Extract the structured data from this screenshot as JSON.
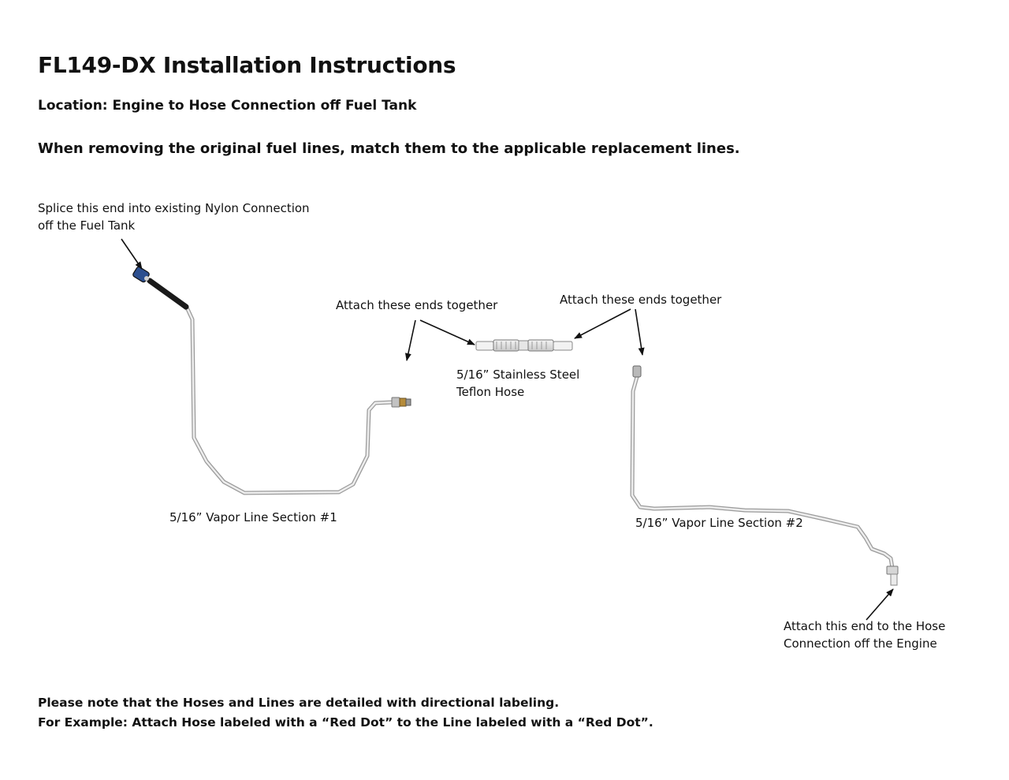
{
  "title": "FL149-DX Installation Instructions",
  "location": "Location: Engine to Hose Connection off Fuel Tank",
  "instruction": "When removing the original fuel lines, match them to the applicable replacement lines.",
  "callouts": {
    "splice": [
      "Splice this end into existing Nylon Connection",
      "off the Fuel Tank"
    ],
    "attach_left": "Attach these ends together",
    "attach_right": "Attach these ends together",
    "hose": [
      "5/16” Stainless Steel",
      "Teflon Hose"
    ],
    "vapor1": "5/16” Vapor Line Section #1",
    "vapor2": "5/16” Vapor Line Section #2",
    "engine": [
      "Attach this end to the Hose",
      "Connection off the Engine"
    ]
  },
  "footer": [
    "Please note that the Hoses and Lines are detailed with directional labeling.",
    "For Example: Attach Hose labeled with a “Red Dot” to the Line labeled with a “Red Dot”."
  ]
}
